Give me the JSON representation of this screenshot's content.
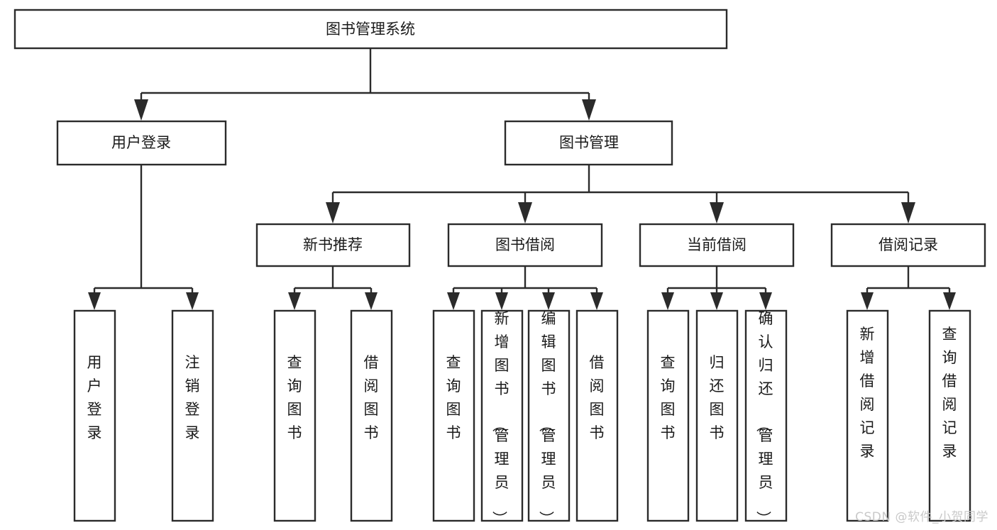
{
  "diagram": {
    "title": "图书管理系统",
    "type": "tree-hierarchy-diagram",
    "colors": {
      "stroke": "#2b2b2b",
      "box_fill": "#ffffff",
      "text": "#1a1a1a",
      "background": "#ffffff",
      "watermark": "#c9c9c9"
    },
    "root": {
      "label": "图书管理系统"
    },
    "level2": [
      {
        "label": "用户登录"
      },
      {
        "label": "图书管理"
      }
    ],
    "level3": [
      {
        "label": "新书推荐"
      },
      {
        "label": "图书借阅"
      },
      {
        "label": "当前借阅"
      },
      {
        "label": "借阅记录"
      }
    ],
    "leaves": {
      "user_login": [
        "用户登录",
        "注销登录"
      ],
      "new_book_recommend": [
        "查询图书",
        "借阅图书"
      ],
      "book_borrow": [
        "查询图书",
        "新增图书（管理员）",
        "编辑图书（管理员）",
        "借阅图书"
      ],
      "current_borrow": [
        "查询图书",
        "归还图书",
        "确认归还（管理员）"
      ],
      "borrow_record": [
        "新增借阅记录",
        "查询借阅记录"
      ]
    }
  },
  "watermark": {
    "text": "CSDN @软件_小贺同学"
  }
}
